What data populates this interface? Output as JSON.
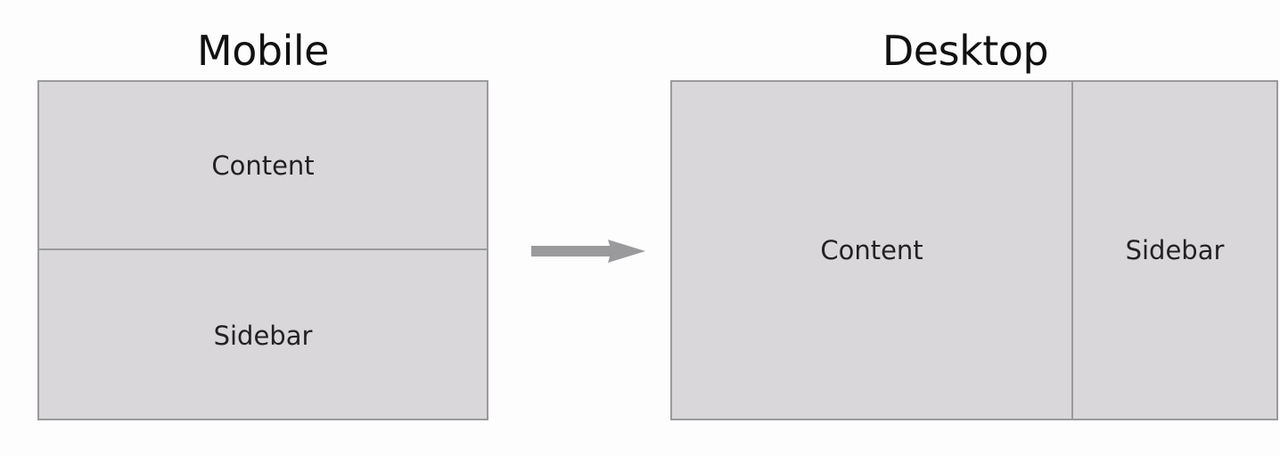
{
  "mobile": {
    "title": "Mobile",
    "sections": [
      {
        "label": "Content"
      },
      {
        "label": "Sidebar"
      }
    ]
  },
  "transition": {
    "icon": "right-arrow-icon",
    "color": "#9a999c"
  },
  "desktop": {
    "title": "Desktop",
    "sections": [
      {
        "label": "Content"
      },
      {
        "label": "Sidebar"
      }
    ]
  },
  "colors": {
    "box_fill": "#d9d7da",
    "border": "#9a999c",
    "background": "#fdfdfd"
  }
}
